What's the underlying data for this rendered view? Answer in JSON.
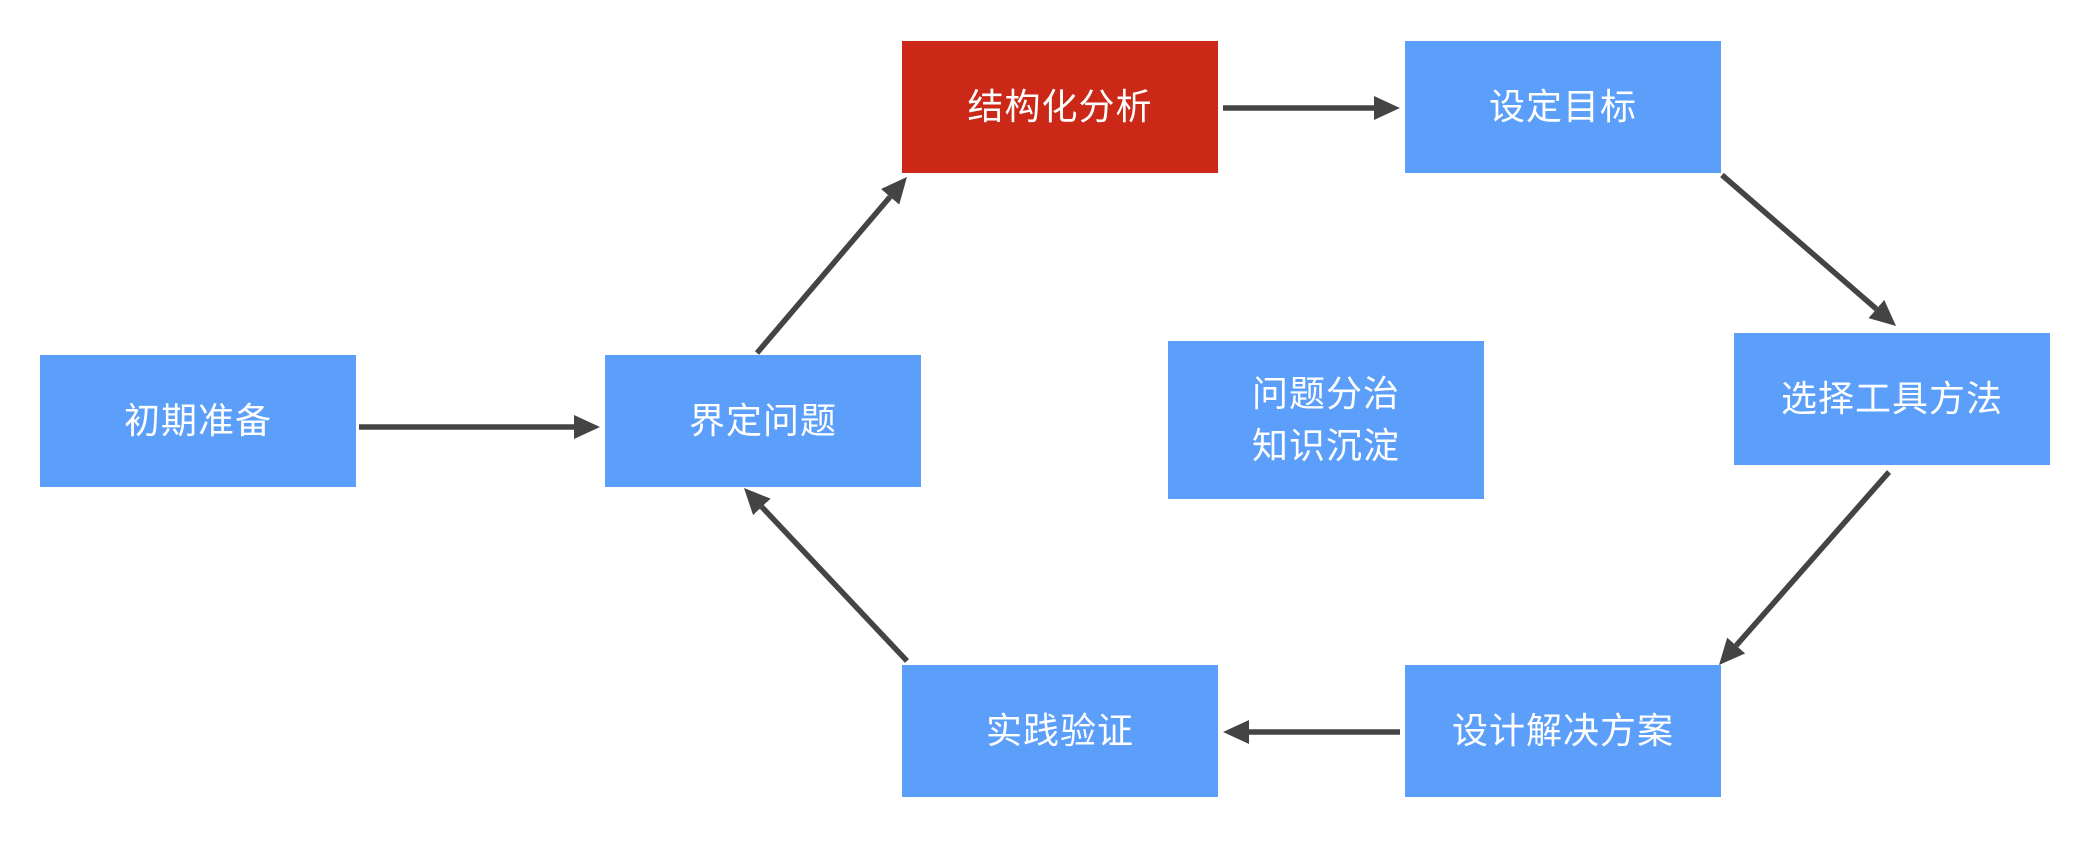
{
  "nodes": {
    "prep": {
      "label": "初期准备"
    },
    "define": {
      "label": "界定问题"
    },
    "analyze": {
      "label": "结构化分析"
    },
    "goal": {
      "label": "设定目标"
    },
    "tools": {
      "label": "选择工具方法"
    },
    "design": {
      "label": "设计解决方案"
    },
    "verify": {
      "label": "实践验证"
    },
    "center": {
      "line1": "问题分治",
      "line2": "知识沉淀"
    }
  },
  "colors": {
    "node": "#5C9FFA",
    "highlight": "#CB2818",
    "arrow": "#444444",
    "text": "#FFFFFF",
    "background": "#FFFFFF"
  }
}
